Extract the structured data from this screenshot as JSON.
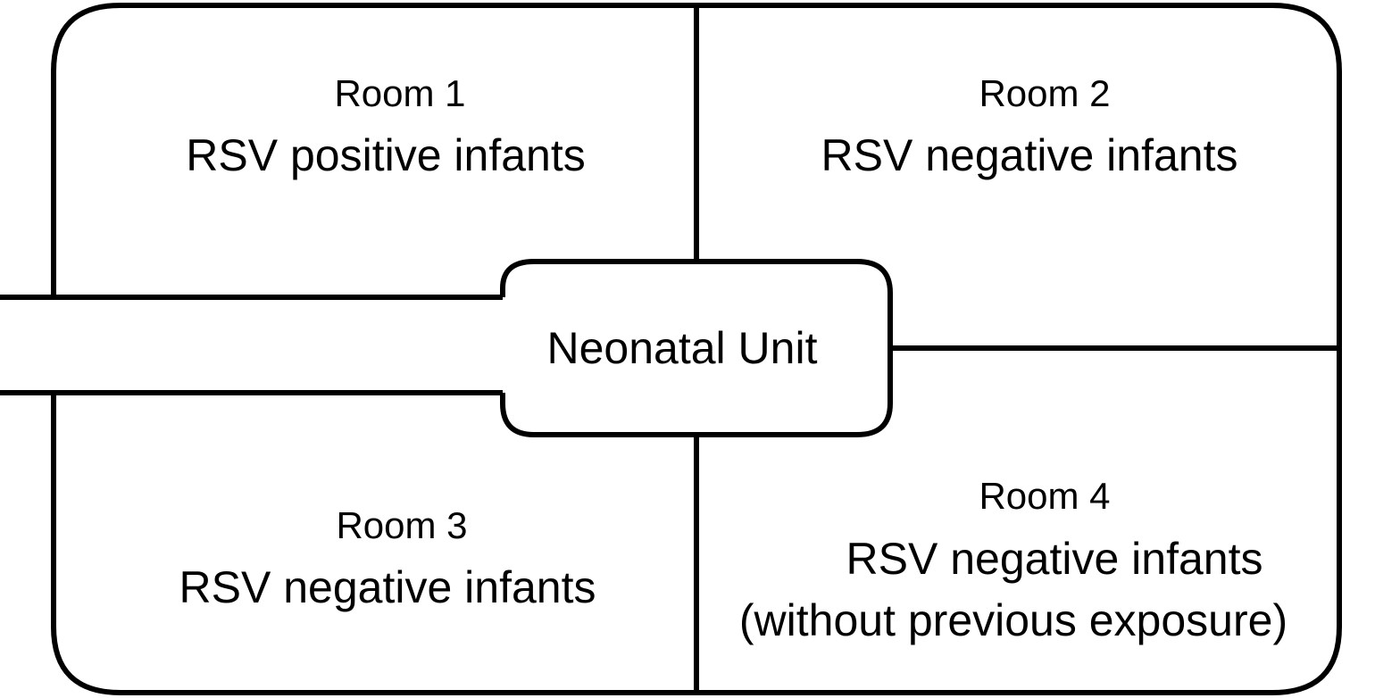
{
  "floor_plan": {
    "central_unit": {
      "label": "Neonatal Unit"
    },
    "rooms": [
      {
        "name": "Room 1",
        "description": "RSV positive infants"
      },
      {
        "name": "Room 2",
        "description": "RSV negative infants"
      },
      {
        "name": "Room 3",
        "description": "RSV negative infants"
      },
      {
        "name": "Room 4",
        "description": "RSV negative infants",
        "note": "(without previous exposure)"
      }
    ]
  },
  "colors": {
    "line": "#000000",
    "background": "#ffffff"
  }
}
